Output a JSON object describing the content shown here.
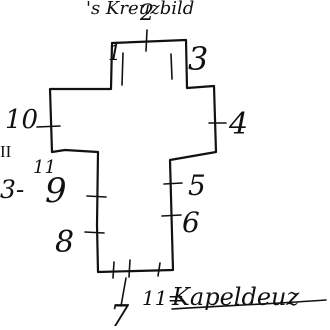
{
  "figure": {
    "top_partial_text": "'s Kreuzbild",
    "stations": {
      "s1": "1",
      "s2": "2",
      "s3": "3",
      "s4": "4",
      "s5": "5",
      "s6": "6",
      "s7": "7",
      "s8": "8",
      "s9": "9",
      "s10": "10",
      "s11_label": "11=",
      "s11_word": "Kapeldeuz",
      "left_prefix": "3-",
      "roman": "II",
      "scribble_number": "11"
    }
  }
}
